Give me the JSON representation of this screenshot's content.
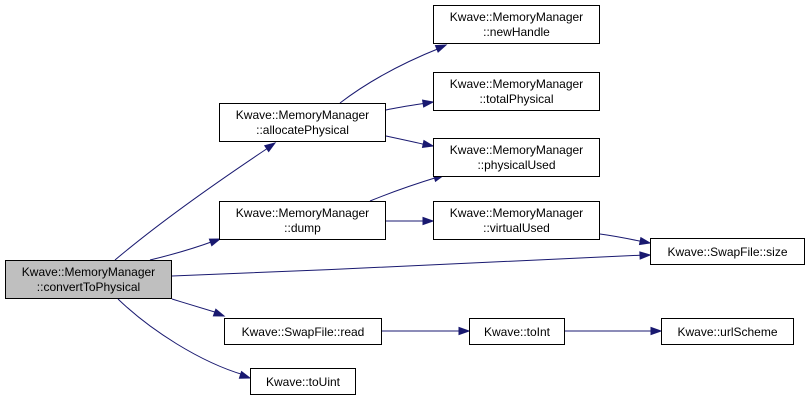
{
  "colors": {
    "edge": "#191970",
    "node_fill": "#ffffff",
    "root_fill": "#bfbfbf",
    "border": "#000000"
  },
  "nodes": {
    "convertToPhysical": {
      "line1": "Kwave::MemoryManager",
      "line2": "::convertToPhysical",
      "highlight": true
    },
    "allocatePhysical": {
      "line1": "Kwave::MemoryManager",
      "line2": "::allocatePhysical"
    },
    "dump": {
      "line1": "Kwave::MemoryManager",
      "line2": "::dump"
    },
    "newHandle": {
      "line1": "Kwave::MemoryManager",
      "line2": "::newHandle"
    },
    "totalPhysical": {
      "line1": "Kwave::MemoryManager",
      "line2": "::totalPhysical"
    },
    "physicalUsed": {
      "line1": "Kwave::MemoryManager",
      "line2": "::physicalUsed"
    },
    "virtualUsed": {
      "line1": "Kwave::MemoryManager",
      "line2": "::virtualUsed"
    },
    "swapFileSize": {
      "line1": "Kwave::SwapFile::size"
    },
    "swapFileRead": {
      "line1": "Kwave::SwapFile::read"
    },
    "toInt": {
      "line1": "Kwave::toInt"
    },
    "urlScheme": {
      "line1": "Kwave::urlScheme"
    },
    "toUint": {
      "line1": "Kwave::toUint"
    }
  },
  "edges": [
    {
      "from": "convertToPhysical",
      "to": "allocatePhysical"
    },
    {
      "from": "convertToPhysical",
      "to": "dump"
    },
    {
      "from": "convertToPhysical",
      "to": "swapFileSize"
    },
    {
      "from": "convertToPhysical",
      "to": "swapFileRead"
    },
    {
      "from": "convertToPhysical",
      "to": "toUint"
    },
    {
      "from": "allocatePhysical",
      "to": "newHandle"
    },
    {
      "from": "allocatePhysical",
      "to": "totalPhysical"
    },
    {
      "from": "allocatePhysical",
      "to": "physicalUsed"
    },
    {
      "from": "dump",
      "to": "physicalUsed"
    },
    {
      "from": "dump",
      "to": "virtualUsed"
    },
    {
      "from": "virtualUsed",
      "to": "swapFileSize"
    },
    {
      "from": "swapFileRead",
      "to": "toInt"
    },
    {
      "from": "toInt",
      "to": "urlScheme"
    }
  ]
}
